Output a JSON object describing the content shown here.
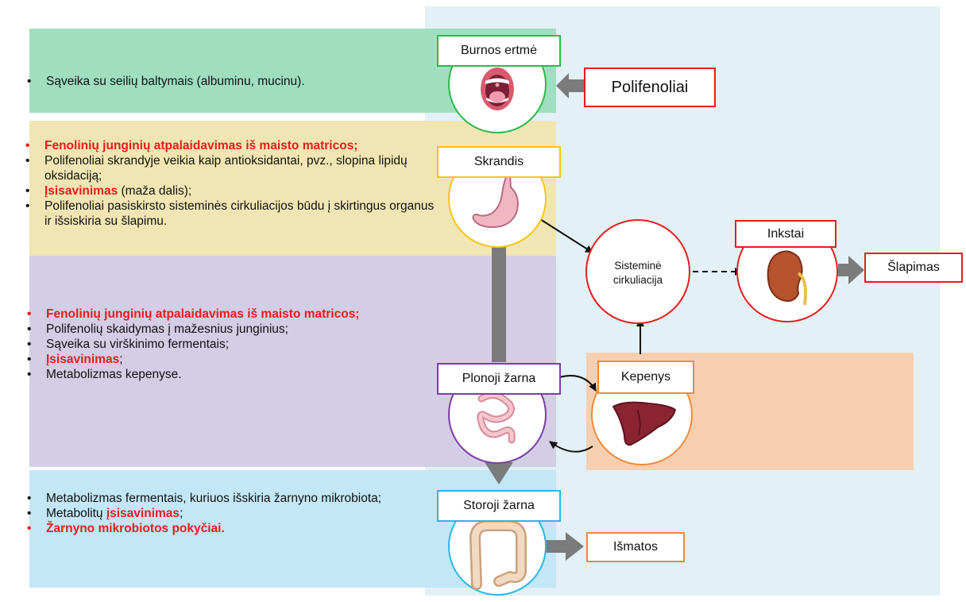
{
  "colors": {
    "mouth": "#2eb84b",
    "stomach": "#f5c518",
    "intestine": "#7a3fa3",
    "colon": "#2bb6e6",
    "red": "#e81c1c",
    "orange": "#f08a3a",
    "highlight_text": "#e81c1c"
  },
  "panels": {
    "mouth": {
      "items": [
        {
          "text": "Sąveika su seilių baltymais (albuminu, mucinu).",
          "style": "normal"
        }
      ]
    },
    "stomach": {
      "items": [
        {
          "text": "Fenolinių junginių atpalaidavimas iš maisto matricos;",
          "style": "red"
        },
        {
          "text": "Polifenoliai skrandyje veikia kaip antioksidantai, pvz., slopina lipidų oksidaciją;",
          "style": "normal"
        },
        {
          "highlight": "Įsisavinimas",
          "rest": " (maža dalis);",
          "style": "mixed"
        },
        {
          "text": "Polifenoliai pasiskirsto sisteminės cirkuliacijos būdu į skirtingus organus ir išsiskiria su šlapimu.",
          "style": "normal"
        }
      ]
    },
    "intestine": {
      "items": [
        {
          "text": "Fenolinių junginių atpalaidavimas iš maisto matricos;",
          "style": "red"
        },
        {
          "text": "Polifenolių skaidymas į mažesnius junginius;",
          "style": "normal"
        },
        {
          "text": "Sąveika su virškinimo fermentais;",
          "style": "normal"
        },
        {
          "highlight": "Įsisavinimas",
          "rest": ";",
          "style": "mixed"
        },
        {
          "text": "Metabolizmas kepenyse.",
          "style": "normal"
        }
      ]
    },
    "colon": {
      "items": [
        {
          "text": "Metabolizmas fermentais, kuriuos išskiria žarnyno mikrobiota;",
          "style": "normal"
        },
        {
          "prefix": "Metabolitų ",
          "highlight": "įsisavinimas",
          "rest": ";",
          "style": "mixed"
        },
        {
          "text": "Žarnyno mikrobiotos pokyčiai.",
          "style": "red"
        }
      ]
    }
  },
  "nodes": {
    "mouth_label": "Burnos ertmė",
    "stomach_label": "Skrandis",
    "intestine_label": "Plonoji žarna",
    "colon_label": "Storoji žarna",
    "polyphenols_label": "Polifenoliai",
    "kidney_label": "Inkstai",
    "urine_label": "Šlapimas",
    "liver_label": "Kepenys",
    "systemic_line1": "Sisteminė",
    "systemic_line2": "cirkuliacija",
    "feces_label": "Išmatos"
  },
  "icons": [
    "mouth-icon",
    "stomach-icon",
    "small-intestine-icon",
    "large-intestine-icon",
    "kidney-icon",
    "liver-icon"
  ]
}
